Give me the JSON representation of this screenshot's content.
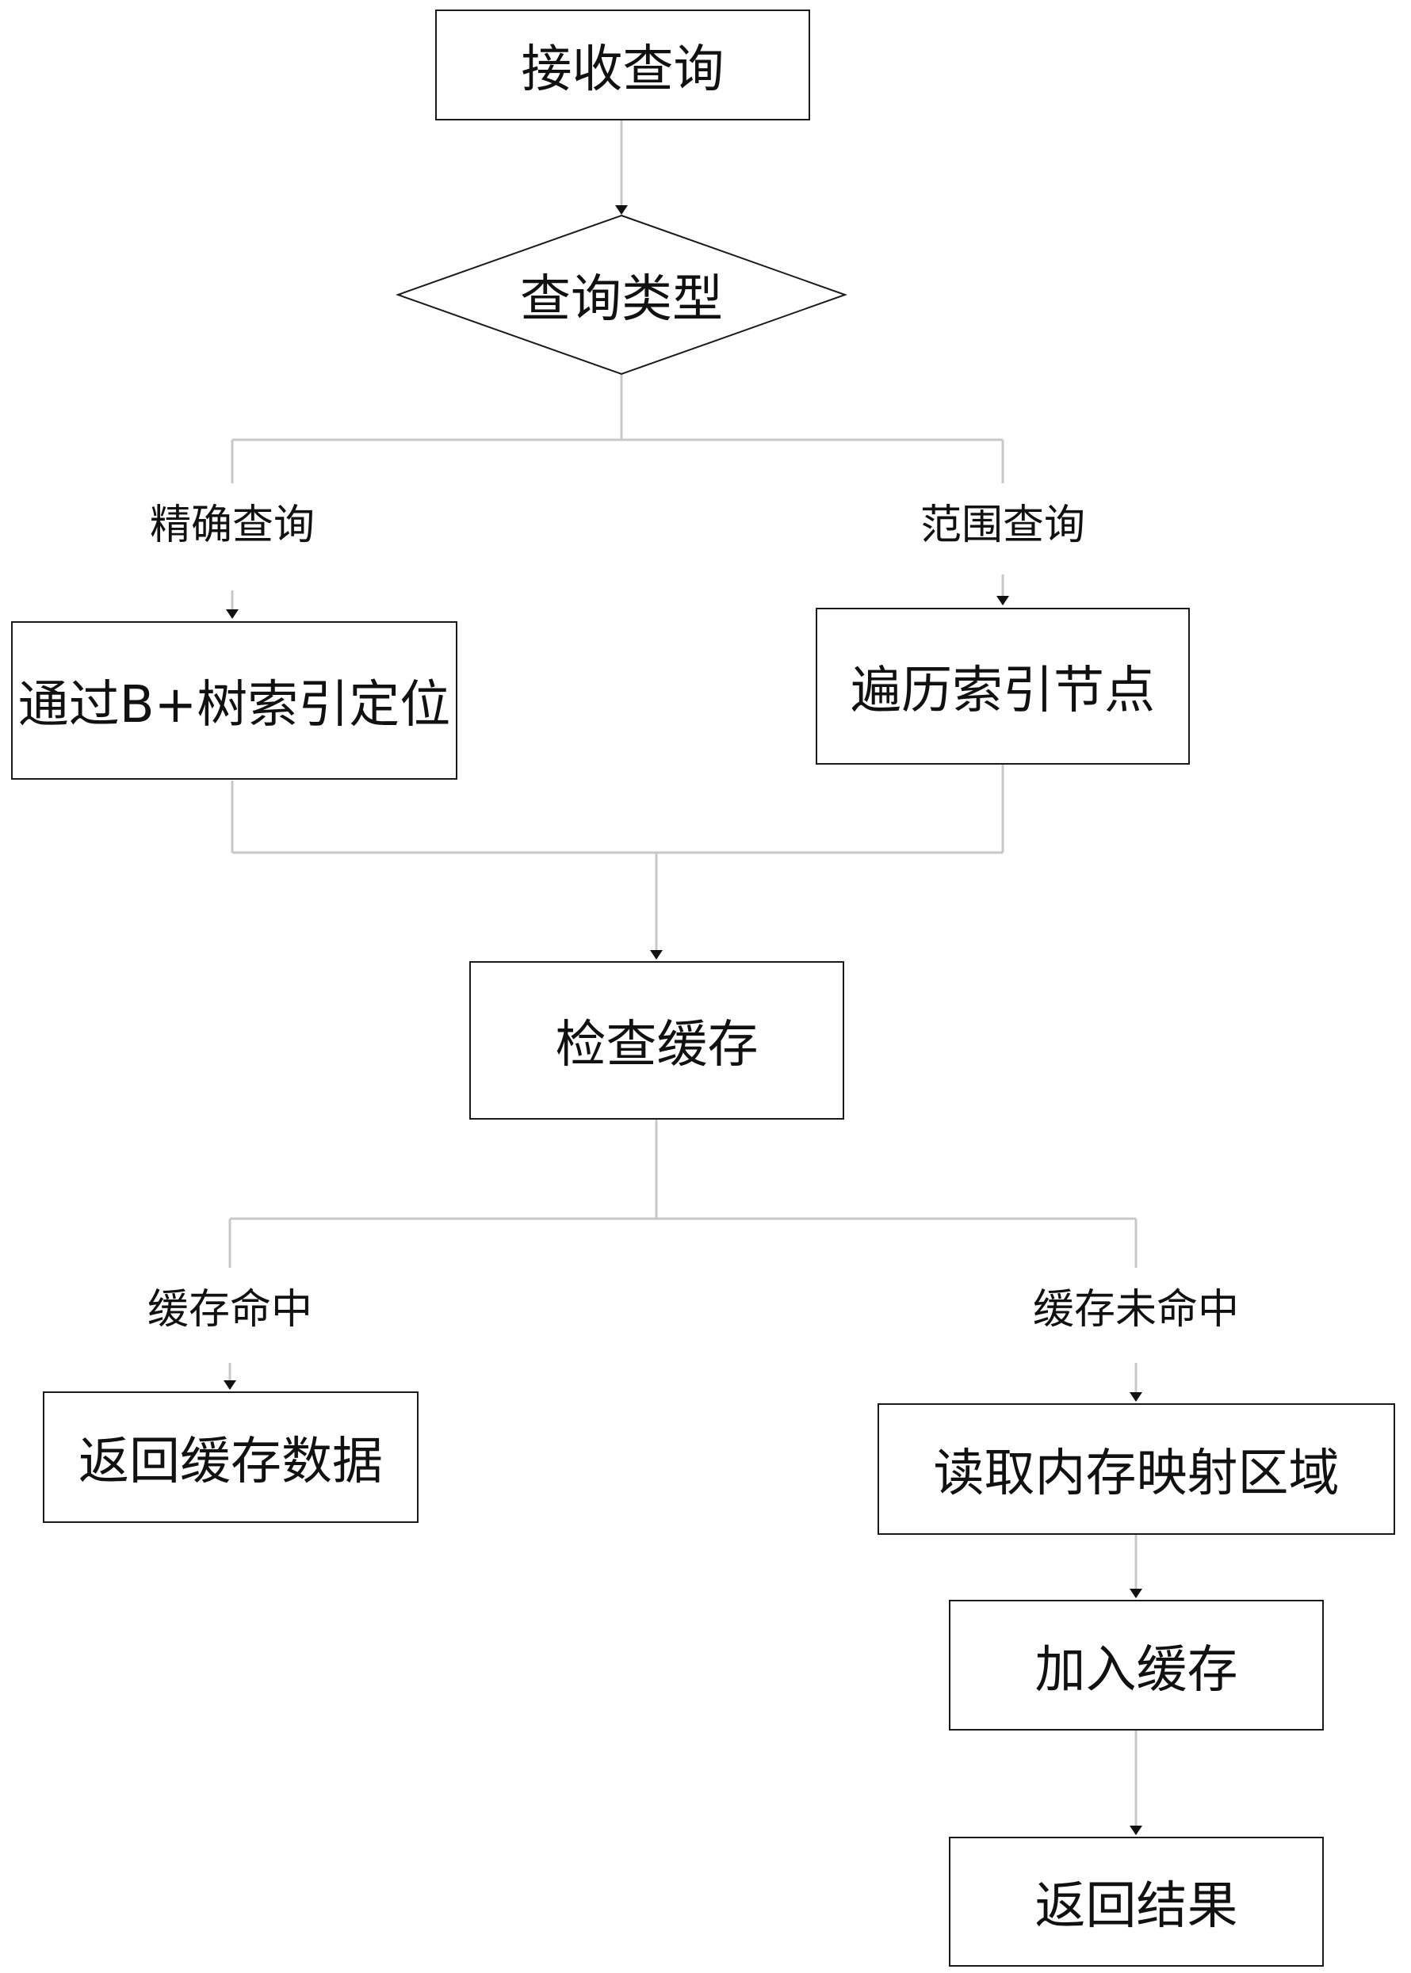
{
  "nodes": {
    "receive": "接收查询",
    "query_type": "查询类型",
    "exact_locate": "通过B+树索引定位",
    "traverse": "遍历索引节点",
    "check_cache": "检查缓存",
    "return_cache": "返回缓存数据",
    "read_mmap": "读取内存映射区域",
    "add_cache": "加入缓存",
    "return_result": "返回结果"
  },
  "edge_labels": {
    "exact": "精确查询",
    "range": "范围查询",
    "hit": "缓存命中",
    "miss": "缓存未命中"
  }
}
